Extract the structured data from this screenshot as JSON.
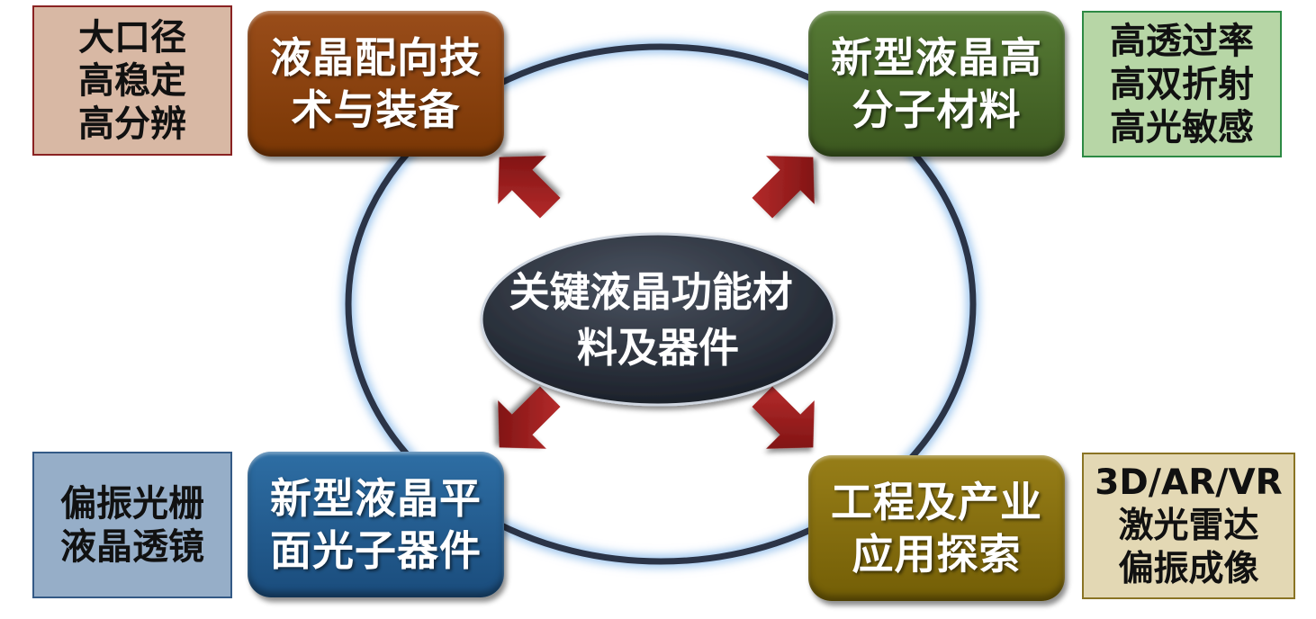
{
  "center": {
    "lines": [
      "关键液晶功能材",
      "料及器件"
    ]
  },
  "main_boxes": {
    "top_left": {
      "lines": [
        "液晶配向技",
        "术与装备"
      ],
      "color": "#8a4210"
    },
    "top_right": {
      "lines": [
        "新型液晶高",
        "分子材料"
      ],
      "color": "#4a6a2a"
    },
    "bottom_left": {
      "lines": [
        "新型液晶平",
        "面光子器件"
      ],
      "color": "#235c92"
    },
    "bottom_right": {
      "lines": [
        "工程及产业",
        "应用探索"
      ],
      "color": "#86700f"
    }
  },
  "side_boxes": {
    "top_left": {
      "lines": [
        "大口径",
        "高稳定",
        "高分辨"
      ],
      "color": "#d8b8a4"
    },
    "top_right": {
      "lines": [
        "高透过率",
        "高双折射",
        "高光敏感"
      ],
      "color": "#b7d6a6"
    },
    "bottom_left": {
      "lines": [
        "偏振光栅",
        "液晶透镜"
      ],
      "color": "#96aec8"
    },
    "bottom_right": {
      "lines": [
        "3D/AR/VR",
        "激光雷达",
        "偏振成像"
      ],
      "color": "#e3d8b4"
    }
  },
  "arrow_color": "#8b1414",
  "ring_color": "#2b3447",
  "center_color": "#262c36"
}
